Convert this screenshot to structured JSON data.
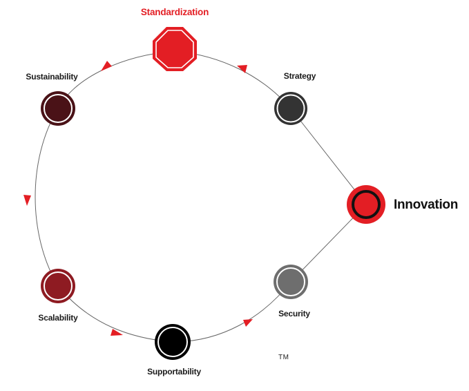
{
  "labels": {
    "standardization": "Standardization",
    "strategy": "Strategy",
    "sustainability": "Sustainability",
    "innovation": "Innovation",
    "scalability": "Scalability",
    "security": "Security",
    "supportability": "Supportability",
    "trademark": "TM"
  },
  "colors": {
    "standardization": "#e31e24",
    "innovation": "#e31e24",
    "strategy": "#333333",
    "sustainability": "#4a1217",
    "scalability": "#8e1b22",
    "security": "#6e6e6e",
    "supportability": "#000000",
    "arrow": "#e31e24",
    "connector": "#666666"
  }
}
